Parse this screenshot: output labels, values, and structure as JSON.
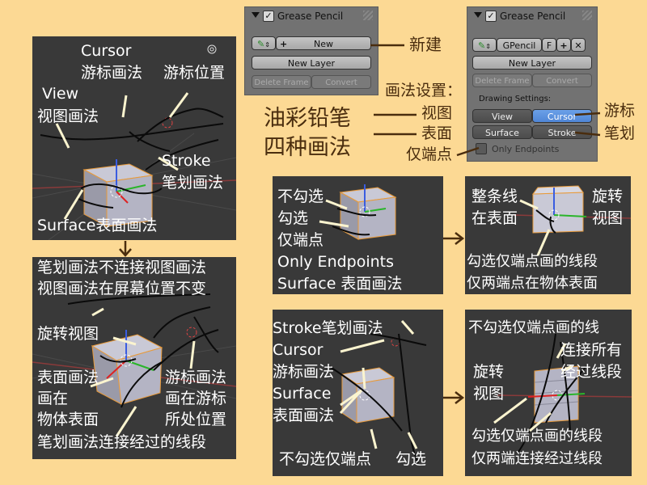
{
  "panel1": {
    "title": "Grease Pencil",
    "new_label": "New",
    "new_layer_label": "New Layer",
    "delete_frame_label": "Delete Frame",
    "convert_label": "Convert"
  },
  "panel2": {
    "title": "Grease Pencil",
    "data_name": "GPencil",
    "fake_user": "F",
    "new_layer_label": "New Layer",
    "delete_frame_label": "Delete Frame",
    "convert_label": "Convert",
    "drawing_settings_label": "Drawing Settings:",
    "view_label": "View",
    "cursor_label": "Cursor",
    "surface_label": "Surface",
    "stroke_label": "Stroke",
    "only_endpoints_label": "Only Endpoints",
    "active_mode": "Cursor"
  },
  "callouts": {
    "new": "新建",
    "drawing_settings": "画法设置：",
    "view": "视图",
    "cursor": "游标",
    "surface": "表面",
    "stroke": "笔划",
    "only_endpoints": "仅端点"
  },
  "main_title": {
    "line1": "油彩铅笔",
    "line2": "四种画法"
  },
  "vp1": {
    "cursor_en": "Cursor",
    "cursor_zh": "游标画法",
    "cursor_pos": "游标位置",
    "view_en": "View",
    "view_zh": "视图画法",
    "stroke_en": "Stroke",
    "stroke_zh": "笔划画法",
    "surface": "Surface表面画法"
  },
  "vp2": {
    "line1": "笔划画法不连接视图画法",
    "line2": "视图画法在屏幕位置不变",
    "rotate": "旋转视图",
    "surface1": "表面画法",
    "surface2": "画在",
    "surface3": "物体表面",
    "cursor1": "游标画法",
    "cursor2": "画在游标",
    "cursor3": "所处位置",
    "bottom": "笔划画法连接经过的线段"
  },
  "vp3": {
    "unchecked": "不勾选",
    "checked": "勾选",
    "endpoints": "仅端点",
    "only_endpoints": "Only Endpoints",
    "surface": "Surface 表面画法"
  },
  "vp4": {
    "whole1": "整条线",
    "whole2": "在表面",
    "rotate1": "旋转",
    "rotate2": "视图",
    "bottom1": "勾选仅端点画的线段",
    "bottom2": "仅两端点在物体表面"
  },
  "vp5": {
    "stroke": "Stroke笔划画法",
    "cursor_en": "Cursor",
    "cursor_zh": "游标画法",
    "surface_en": "Surface",
    "surface_zh": "表面画法",
    "unchecked": "不勾选仅端点",
    "checked": "勾选"
  },
  "vp6": {
    "top": "不勾选仅端点画的线",
    "connect1": "连接所有",
    "connect2": "经过线段",
    "rotate1": "旋转",
    "rotate2": "视图",
    "bottom1": "勾选仅端点画的线段",
    "bottom2": "仅两端连接经过线段"
  },
  "colors": {
    "background": "#fcd994",
    "viewport": "#393939",
    "panel": "#727272",
    "selected": "#5a8fdf",
    "callout": "#4a2d0e",
    "annotation_line": "#fbf4cf"
  }
}
